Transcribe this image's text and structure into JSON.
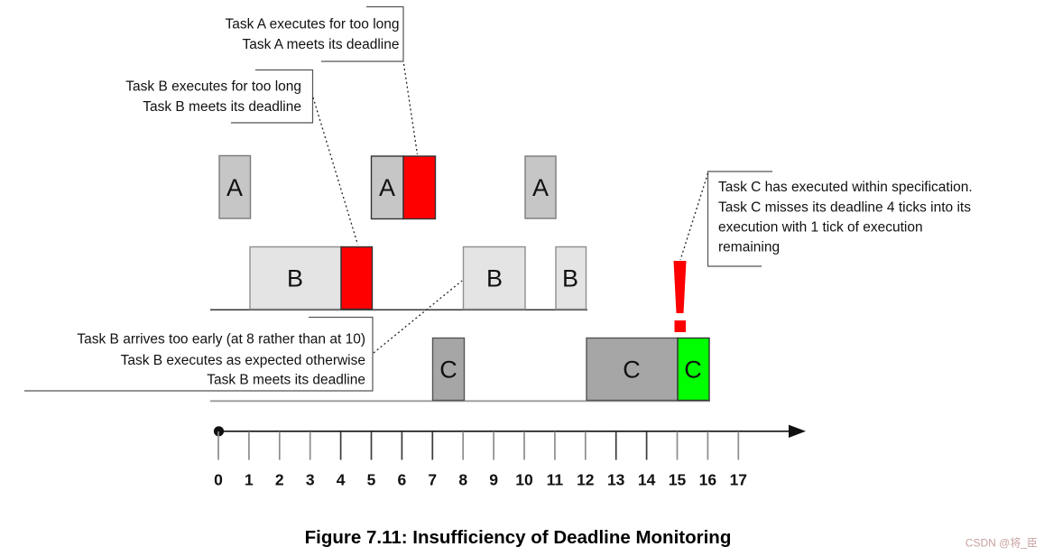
{
  "figure": {
    "caption": "Figure 7.11: Insufficiency of Deadline Monitoring",
    "watermark": "CSDN @将_臣"
  },
  "colors": {
    "task_a_fill": "#c6c6c6",
    "task_b_fill": "#e4e4e4",
    "task_c_fill": "#a6a6a6",
    "overrun_red": "#ff0000",
    "remaining_green": "#00ff00"
  },
  "callouts": {
    "task_a_overrun": {
      "lines": [
        "Task A executes for too long",
        "Task A meets its deadline"
      ]
    },
    "task_b_overrun": {
      "lines": [
        "Task B executes for too long",
        "Task B meets its deadline"
      ]
    },
    "task_b_early": {
      "lines": [
        "Task B arrives too early (at 8 rather than at 10)",
        "Task B executes as expected otherwise",
        "Task B meets its deadline"
      ]
    },
    "task_c_miss": {
      "lines": [
        "Task C has executed within specification.",
        "Task C misses its deadline 4 ticks into its",
        "execution with 1 tick of execution",
        "remaining"
      ]
    }
  },
  "diagram": {
    "tasks": [
      {
        "name": "A",
        "executions": [
          {
            "start": 0,
            "end": 1,
            "kind": "normal"
          },
          {
            "start": 5,
            "end": 6,
            "kind": "normal"
          },
          {
            "start": 6,
            "end": 7,
            "kind": "overrun"
          },
          {
            "start": 10,
            "end": 11,
            "kind": "normal"
          }
        ]
      },
      {
        "name": "B",
        "executions": [
          {
            "start": 1,
            "end": 4,
            "kind": "normal"
          },
          {
            "start": 4,
            "end": 5,
            "kind": "overrun"
          },
          {
            "start": 8,
            "end": 10,
            "kind": "normal"
          },
          {
            "start": 11,
            "end": 12,
            "kind": "normal"
          }
        ]
      },
      {
        "name": "C",
        "executions": [
          {
            "start": 7,
            "end": 8,
            "kind": "normal"
          },
          {
            "start": 12,
            "end": 15,
            "kind": "normal"
          },
          {
            "start": 15,
            "end": 16,
            "kind": "remaining"
          }
        ]
      }
    ],
    "deadline_miss_marker": {
      "symbol": "!",
      "time": 15
    }
  },
  "timeline": {
    "ticks": [
      "0",
      "1",
      "2",
      "3",
      "4",
      "5",
      "6",
      "7",
      "8",
      "9",
      "10",
      "11",
      "12",
      "13",
      "14",
      "15",
      "16",
      "17"
    ]
  }
}
